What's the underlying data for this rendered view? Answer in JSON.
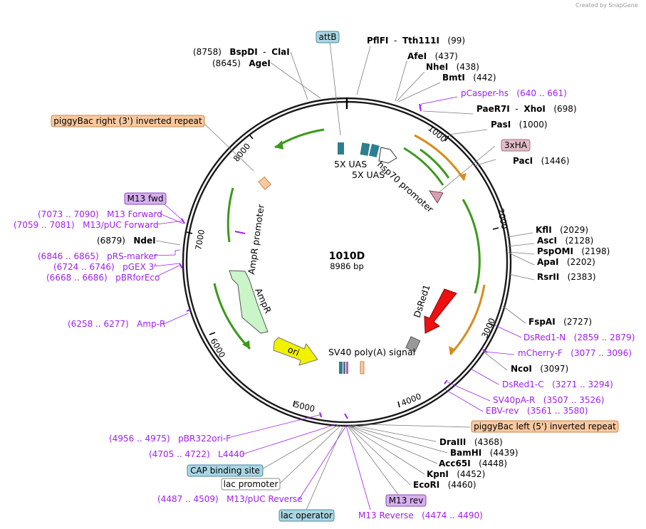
{
  "watermark": "Created by SnapGene",
  "plasmid": {
    "name": "1010D",
    "size": "8986 bp"
  },
  "ring_ticks": [
    {
      "bp": 1000,
      "label": "1000"
    },
    {
      "bp": 2000,
      "label": "2000"
    },
    {
      "bp": 3000,
      "label": "3000"
    },
    {
      "bp": 4000,
      "label": "4000"
    },
    {
      "bp": 5000,
      "label": "5000"
    },
    {
      "bp": 6000,
      "label": "6000"
    },
    {
      "bp": 7000,
      "label": "7000"
    },
    {
      "bp": 8000,
      "label": "8000"
    }
  ],
  "sites": [
    {
      "id": "pflfi",
      "parts": [
        {
          "t": "PflFI",
          "k": "enz"
        },
        {
          "t": "  -  ",
          "k": "pos"
        },
        {
          "t": "Tth111I",
          "k": "enz"
        },
        {
          "t": "   (99)",
          "k": "pos"
        }
      ]
    },
    {
      "id": "afei",
      "parts": [
        {
          "t": "AfeI",
          "k": "enz"
        },
        {
          "t": "   (437)",
          "k": "pos"
        }
      ]
    },
    {
      "id": "nhei",
      "parts": [
        {
          "t": "NheI",
          "k": "enz"
        },
        {
          "t": "   (438)",
          "k": "pos"
        }
      ]
    },
    {
      "id": "bmti",
      "parts": [
        {
          "t": "BmtI",
          "k": "enz"
        },
        {
          "t": "   (442)",
          "k": "pos"
        }
      ]
    },
    {
      "id": "pcasper",
      "parts": [
        {
          "t": "pCasper-hs   (640 .. 661)",
          "k": "prim"
        }
      ]
    },
    {
      "id": "paer7i",
      "parts": [
        {
          "t": "PaeR7I",
          "k": "enz"
        },
        {
          "t": "  -  ",
          "k": "pos"
        },
        {
          "t": "XhoI",
          "k": "enz"
        },
        {
          "t": "   (698)",
          "k": "pos"
        }
      ]
    },
    {
      "id": "pasi",
      "parts": [
        {
          "t": "PasI",
          "k": "enz"
        },
        {
          "t": "   (1000)",
          "k": "pos"
        }
      ]
    },
    {
      "id": "paci",
      "parts": [
        {
          "t": "PacI",
          "k": "enz"
        },
        {
          "t": "   (1446)",
          "k": "pos"
        }
      ]
    },
    {
      "id": "kfli",
      "parts": [
        {
          "t": "KflI",
          "k": "enz"
        },
        {
          "t": "   (2029)",
          "k": "pos"
        }
      ]
    },
    {
      "id": "asci",
      "parts": [
        {
          "t": "AscI",
          "k": "enz"
        },
        {
          "t": "   (2128)",
          "k": "pos"
        }
      ]
    },
    {
      "id": "pspomi",
      "parts": [
        {
          "t": "PspOMI",
          "k": "enz"
        },
        {
          "t": "   (2198)",
          "k": "pos"
        }
      ]
    },
    {
      "id": "apai",
      "parts": [
        {
          "t": "ApaI",
          "k": "enz"
        },
        {
          "t": "   (2202)",
          "k": "pos"
        }
      ]
    },
    {
      "id": "rsrii",
      "parts": [
        {
          "t": "RsrII",
          "k": "enz"
        },
        {
          "t": "   (2383)",
          "k": "pos"
        }
      ]
    },
    {
      "id": "fspai",
      "parts": [
        {
          "t": "FspAI",
          "k": "enz"
        },
        {
          "t": "   (2727)",
          "k": "pos"
        }
      ]
    },
    {
      "id": "dsredn",
      "parts": [
        {
          "t": "DsRed1-N   (2859 .. 2879)",
          "k": "prim"
        }
      ]
    },
    {
      "id": "mcherryf",
      "parts": [
        {
          "t": "mCherry-F   (3077 .. 3096)",
          "k": "prim"
        }
      ]
    },
    {
      "id": "ncoi",
      "parts": [
        {
          "t": "NcoI",
          "k": "enz"
        },
        {
          "t": "   (3097)",
          "k": "pos"
        }
      ]
    },
    {
      "id": "dsredc",
      "parts": [
        {
          "t": "DsRed1-C   (3271 .. 3294)",
          "k": "prim"
        }
      ]
    },
    {
      "id": "sv40par",
      "parts": [
        {
          "t": "SV40pA-R   (3507 .. 3526)",
          "k": "prim"
        }
      ]
    },
    {
      "id": "ebvrev",
      "parts": [
        {
          "t": "EBV-rev   (3561 .. 3580)",
          "k": "prim"
        }
      ]
    },
    {
      "id": "draiii",
      "parts": [
        {
          "t": "DraIII",
          "k": "enz"
        },
        {
          "t": "   (4368)",
          "k": "pos"
        }
      ]
    },
    {
      "id": "bamhi",
      "parts": [
        {
          "t": "BamHI",
          "k": "enz"
        },
        {
          "t": "   (4439)",
          "k": "pos"
        }
      ]
    },
    {
      "id": "acc65i",
      "parts": [
        {
          "t": "Acc65I",
          "k": "enz"
        },
        {
          "t": "   (4448)",
          "k": "pos"
        }
      ]
    },
    {
      "id": "kpni",
      "parts": [
        {
          "t": "KpnI",
          "k": "enz"
        },
        {
          "t": "   (4452)",
          "k": "pos"
        }
      ]
    },
    {
      "id": "ecori",
      "parts": [
        {
          "t": "EcoRI",
          "k": "enz"
        },
        {
          "t": "   (4460)",
          "k": "pos"
        }
      ]
    },
    {
      "id": "m13reverse",
      "parts": [
        {
          "t": "M13 Reverse   (4474 .. 4490)",
          "k": "prim"
        }
      ]
    },
    {
      "id": "m13puc_rev",
      "parts": [
        {
          "t": "(4487 .. 4509)   M13/pUC Reverse",
          "k": "prim"
        }
      ]
    },
    {
      "id": "l4440",
      "parts": [
        {
          "t": "(4705 .. 4722)   L4440",
          "k": "prim"
        }
      ]
    },
    {
      "id": "pbr322",
      "parts": [
        {
          "t": "(4956 .. 4975)   pBR322ori-F",
          "k": "prim"
        }
      ]
    },
    {
      "id": "ampr_primer",
      "parts": [
        {
          "t": "(6258 .. 6277)   Amp-R",
          "k": "prim"
        }
      ]
    },
    {
      "id": "pbrforeco",
      "parts": [
        {
          "t": "(6668 .. 6686)   pBRforEco",
          "k": "prim"
        }
      ]
    },
    {
      "id": "pgex3",
      "parts": [
        {
          "t": "(6724 .. 6746)   pGEX 3'",
          "k": "prim"
        }
      ]
    },
    {
      "id": "prsmarker",
      "parts": [
        {
          "t": "(6846 .. 6865)   pRS-marker",
          "k": "prim"
        }
      ]
    },
    {
      "id": "ndei",
      "parts": [
        {
          "t": "(6879)   ",
          "k": "pos"
        },
        {
          "t": "NdeI",
          "k": "enz"
        }
      ]
    },
    {
      "id": "m13puc_fwd",
      "parts": [
        {
          "t": "(7059 .. 7081)   M13/pUC Forward",
          "k": "prim"
        }
      ]
    },
    {
      "id": "m13fwd_primer",
      "parts": [
        {
          "t": "(7073 .. 7090)   M13 Forward",
          "k": "prim"
        }
      ]
    },
    {
      "id": "agei",
      "parts": [
        {
          "t": "(8645)   ",
          "k": "pos"
        },
        {
          "t": "AgeI",
          "k": "enz"
        }
      ]
    },
    {
      "id": "bspdi",
      "parts": [
        {
          "t": "(8758)   ",
          "k": "pos"
        },
        {
          "t": "BspDI",
          "k": "enz"
        },
        {
          "t": "  -  ",
          "k": "pos"
        },
        {
          "t": "ClaI",
          "k": "enz"
        }
      ]
    }
  ],
  "boxed_labels": [
    {
      "id": "attb",
      "text": "attB",
      "fill": "#a9d6e2",
      "stroke": "#4a8aa0"
    },
    {
      "id": "piggy_right",
      "text": "piggyBac right (3') inverted repeat",
      "fill": "#f8c9a1",
      "stroke": "#c8874f"
    },
    {
      "id": "threexha",
      "text": "3xHA",
      "fill": "#e2bcc6",
      "stroke": "#a06d7c"
    },
    {
      "id": "m13fwd_box",
      "text": "M13 fwd",
      "fill": "#d7b0f0",
      "stroke": "#8a4ab8"
    },
    {
      "id": "piggy_left",
      "text": "piggyBac left (5') inverted repeat",
      "fill": "#f8c9a1",
      "stroke": "#c8874f"
    },
    {
      "id": "m13rev_box",
      "text": "M13 rev",
      "fill": "#d7b0f0",
      "stroke": "#8a4ab8"
    },
    {
      "id": "cap",
      "text": "CAP binding site",
      "fill": "#a9d6e2",
      "stroke": "#4a8aa0"
    },
    {
      "id": "lacprom",
      "text": "lac promoter",
      "fill": "#ffffff",
      "stroke": "#888888"
    },
    {
      "id": "lacop",
      "text": "lac operator",
      "fill": "#a9d6e2",
      "stroke": "#4a8aa0"
    }
  ],
  "inner_labels": {
    "uas1": "5X UAS",
    "uas2": "5X UAS",
    "hsp70": "hsp70 promoter",
    "dsred": "DsRed1",
    "sv40": "SV40 poly(A) signal",
    "ori": "ori",
    "ampr": "AmpR",
    "ampr_promoter": "AmpR promoter"
  },
  "colors": {
    "backbone": "#1a1a1a",
    "green_arc": "#3a9a1a",
    "orange_arc": "#d98c1a",
    "uas": "#2d7f8f",
    "dsred": "#ee1111",
    "ori": "#f2f200",
    "ampr": "#c9f5c9",
    "primer": "#a020f0"
  }
}
